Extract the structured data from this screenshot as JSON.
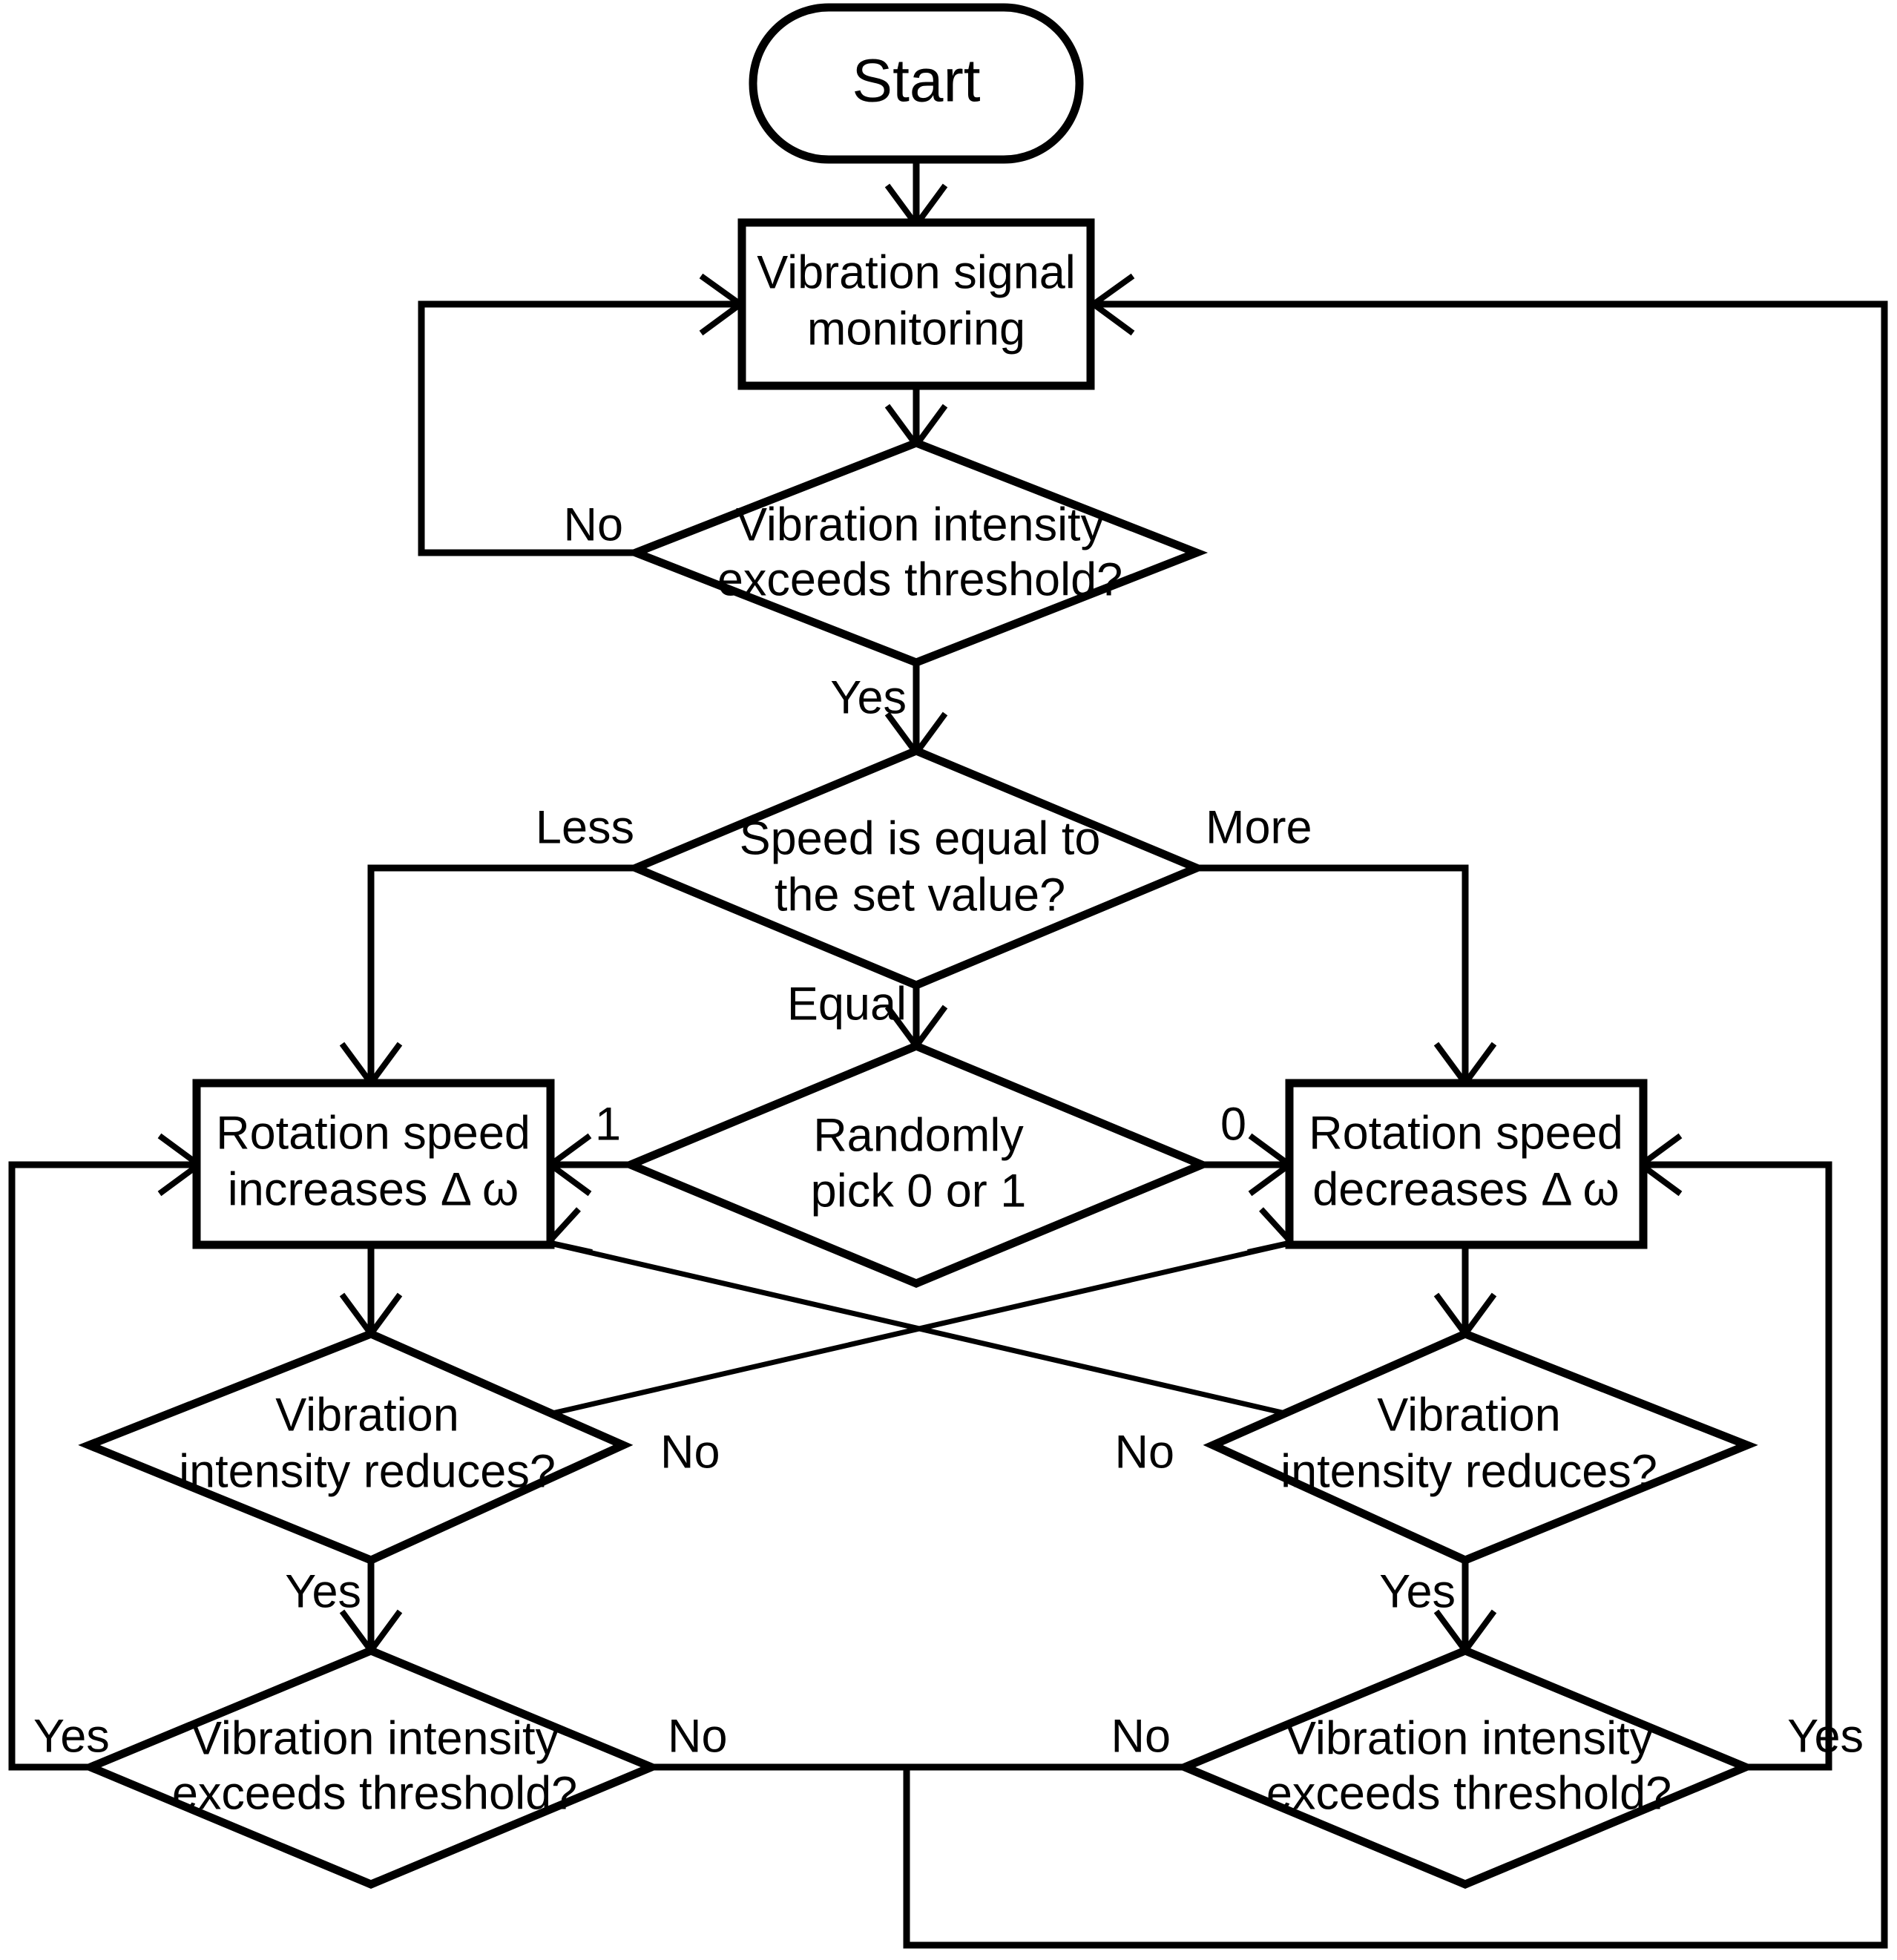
{
  "diagram": {
    "title": "Vibration control flowchart",
    "type": "flowchart",
    "colors": {
      "stroke": "#000000",
      "fill": "#ffffff",
      "text": "#000000"
    },
    "nodes": {
      "start": {
        "id": "start",
        "shape": "terminator",
        "label": "Start"
      },
      "monitor": {
        "id": "monitor",
        "shape": "process",
        "label_line1": "Vibration signal",
        "label_line2": "monitoring"
      },
      "exceeds_top": {
        "id": "exceeds_top",
        "shape": "decision",
        "label_line1": "Vibration intensity",
        "label_line2": "exceeds threshold?"
      },
      "speed_equal": {
        "id": "speed_equal",
        "shape": "decision",
        "label_line1": "Speed is equal to",
        "label_line2": "the set value?"
      },
      "random_pick": {
        "id": "random_pick",
        "shape": "decision",
        "label_line1": "Randomly",
        "label_line2": "pick 0 or 1"
      },
      "speed_up": {
        "id": "speed_up",
        "shape": "process",
        "label_line1": "Rotation speed",
        "label_line2": "increases Δ ω"
      },
      "speed_down": {
        "id": "speed_down",
        "shape": "process",
        "label_line1": "Rotation speed",
        "label_line2": "decreases Δ ω"
      },
      "reduce_left": {
        "id": "reduce_left",
        "shape": "decision",
        "label_line1": "Vibration",
        "label_line2": "intensity reduces?"
      },
      "reduce_right": {
        "id": "reduce_right",
        "shape": "decision",
        "label_line1": "Vibration",
        "label_line2": "intensity reduces?"
      },
      "exceeds_left": {
        "id": "exceeds_left",
        "shape": "decision",
        "label_line1": "Vibration intensity",
        "label_line2": "exceeds threshold?"
      },
      "exceeds_right": {
        "id": "exceeds_right",
        "shape": "decision",
        "label_line1": "Vibration intensity",
        "label_line2": "exceeds threshold?"
      }
    },
    "edge_labels": {
      "exceeds_top_no": "No",
      "exceeds_top_yes": "Yes",
      "speed_less": "Less",
      "speed_more": "More",
      "speed_equal_label": "Equal",
      "random_one": "1",
      "random_zero": "0",
      "reduce_left_no": "No",
      "reduce_left_yes": "Yes",
      "reduce_right_no": "No",
      "reduce_right_yes": "Yes",
      "exceeds_left_yes": "Yes",
      "exceeds_left_no": "No",
      "exceeds_right_no": "No",
      "exceeds_right_yes": "Yes"
    },
    "edges": [
      {
        "from": "start",
        "to": "monitor",
        "label": ""
      },
      {
        "from": "monitor",
        "to": "exceeds_top",
        "label": ""
      },
      {
        "from": "exceeds_top",
        "to": "monitor",
        "label": "No"
      },
      {
        "from": "exceeds_top",
        "to": "speed_equal",
        "label": "Yes"
      },
      {
        "from": "speed_equal",
        "to": "speed_up",
        "label": "Less"
      },
      {
        "from": "speed_equal",
        "to": "speed_down",
        "label": "More"
      },
      {
        "from": "speed_equal",
        "to": "random_pick",
        "label": "Equal"
      },
      {
        "from": "random_pick",
        "to": "speed_up",
        "label": "1"
      },
      {
        "from": "random_pick",
        "to": "speed_down",
        "label": "0"
      },
      {
        "from": "speed_up",
        "to": "reduce_left",
        "label": ""
      },
      {
        "from": "speed_down",
        "to": "reduce_right",
        "label": ""
      },
      {
        "from": "reduce_left",
        "to": "speed_down",
        "label": "No"
      },
      {
        "from": "reduce_left",
        "to": "exceeds_left",
        "label": "Yes"
      },
      {
        "from": "reduce_right",
        "to": "speed_up",
        "label": "No"
      },
      {
        "from": "reduce_right",
        "to": "exceeds_right",
        "label": "Yes"
      },
      {
        "from": "exceeds_left",
        "to": "speed_up",
        "label": "Yes"
      },
      {
        "from": "exceeds_left",
        "to": "monitor",
        "label": "No"
      },
      {
        "from": "exceeds_right",
        "to": "speed_down",
        "label": "Yes"
      },
      {
        "from": "exceeds_right",
        "to": "monitor",
        "label": "No"
      }
    ]
  }
}
